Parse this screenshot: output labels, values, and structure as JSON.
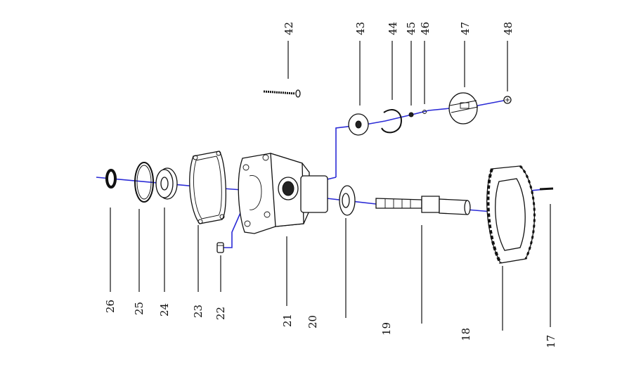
{
  "callouts": [
    {
      "id": "c17",
      "label": "17"
    },
    {
      "id": "c18",
      "label": "18"
    },
    {
      "id": "c19",
      "label": "19"
    },
    {
      "id": "c20",
      "label": "20"
    },
    {
      "id": "c21",
      "label": "21"
    },
    {
      "id": "c22",
      "label": "22"
    },
    {
      "id": "c23",
      "label": "23"
    },
    {
      "id": "c24",
      "label": "24"
    },
    {
      "id": "c25",
      "label": "25"
    },
    {
      "id": "c26",
      "label": "26"
    },
    {
      "id": "c42",
      "label": "42"
    },
    {
      "id": "c43",
      "label": "43"
    },
    {
      "id": "c44",
      "label": "44"
    },
    {
      "id": "c45",
      "label": "45"
    },
    {
      "id": "c46",
      "label": "46"
    },
    {
      "id": "c47",
      "label": "47"
    },
    {
      "id": "c48",
      "label": "48"
    }
  ],
  "colors": {
    "assembly_axis": "#2b2bd6",
    "line_art": "#111111",
    "background": "#ffffff"
  }
}
